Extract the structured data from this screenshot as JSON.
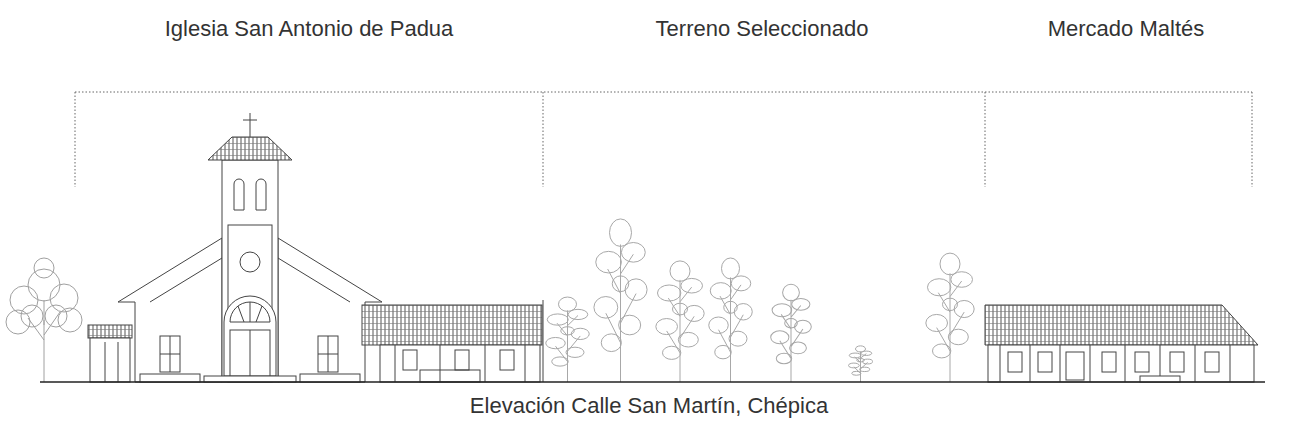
{
  "diagram": {
    "caption": "Elevación Calle San Martín, Chépica",
    "labels": [
      "Iglesia San Antonio de Padua",
      "Terreno Seleccionado",
      "Mercado Maltés"
    ]
  }
}
